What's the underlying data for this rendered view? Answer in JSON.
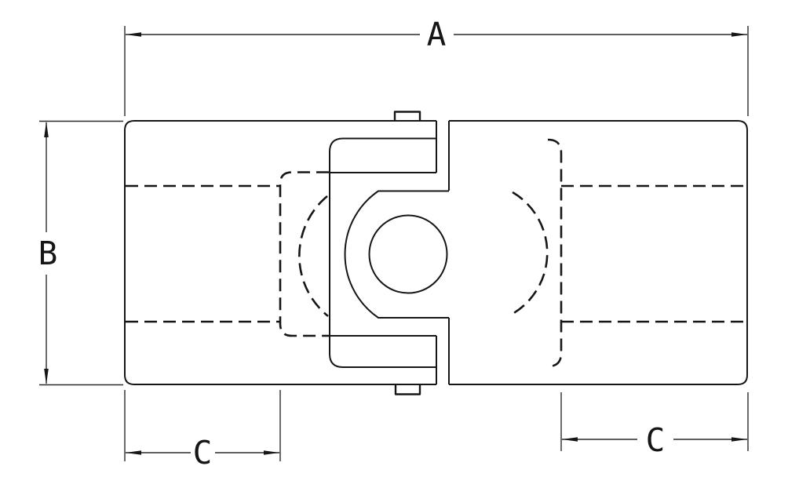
{
  "drawing": {
    "title": "tube-clamp-fitting-dimension-drawing",
    "background_color": "#ffffff",
    "line_color": "#161616",
    "dimension_line_color": "#2a2a2a",
    "dimensions": {
      "A": {
        "label": "A"
      },
      "B": {
        "label": "B"
      },
      "C_left": {
        "label": "C"
      },
      "C_right": {
        "label": "C"
      }
    }
  }
}
